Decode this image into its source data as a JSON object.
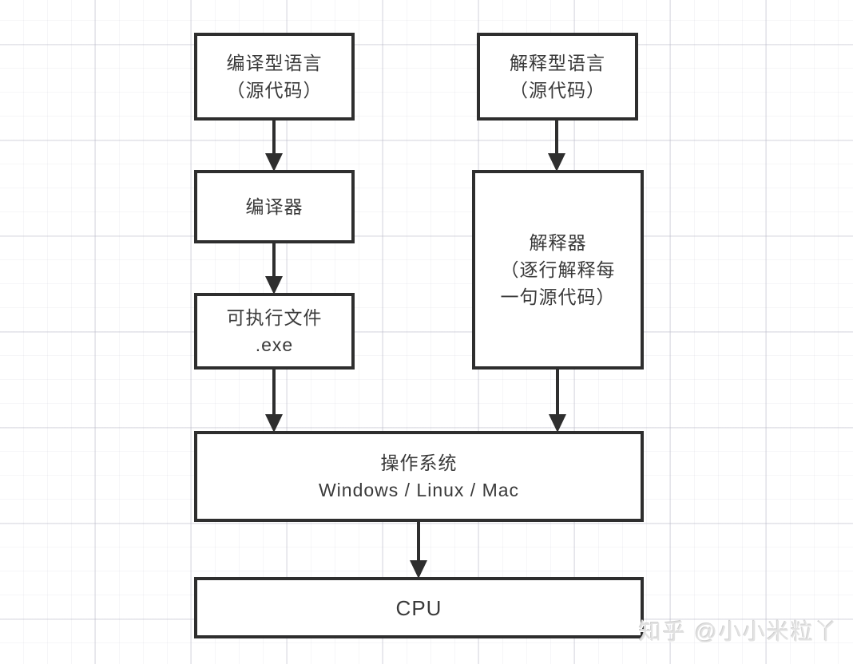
{
  "diagram": {
    "title_hint": "compiled vs interpreted language flow",
    "boxes": {
      "compiled_language": {
        "lines": [
          "编译型语言",
          "（源代码）"
        ]
      },
      "interpreted_language": {
        "lines": [
          "解释型语言",
          "（源代码）"
        ]
      },
      "compiler": {
        "lines": [
          "编译器"
        ]
      },
      "interpreter": {
        "lines": [
          "解释器",
          "（逐行解释每",
          "一句源代码）"
        ]
      },
      "executable": {
        "lines": [
          "可执行文件",
          ".exe"
        ]
      },
      "os": {
        "lines": [
          "操作系统",
          "Windows / Linux / Mac"
        ]
      },
      "cpu": {
        "lines": [
          "CPU"
        ]
      }
    },
    "watermark": "知乎 @小小米粒丫",
    "colors": {
      "border": "#2e2e2e",
      "text": "#3a3a3a",
      "background": "#ffffff",
      "grid_minor": "#f2f2f6",
      "grid_major": "#e6e6ec",
      "watermark": "#e2e2e2"
    }
  }
}
